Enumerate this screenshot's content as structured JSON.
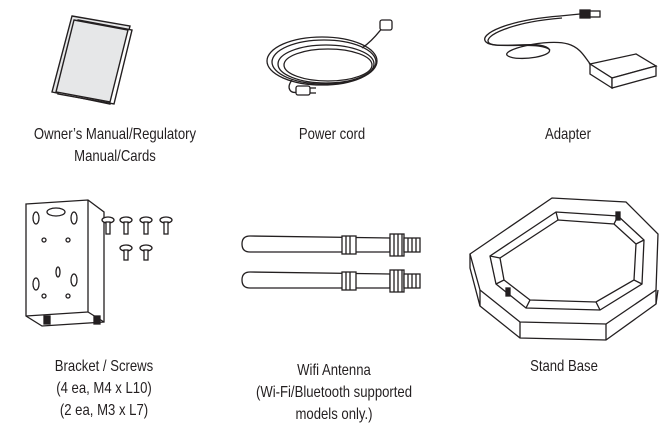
{
  "items": [
    {
      "id": "manual",
      "lines": [
        "Owner’s Manual/Regulatory",
        "Manual/Cards"
      ],
      "icon": "manual-cards-icon"
    },
    {
      "id": "power-cord",
      "lines": [
        "Power cord"
      ],
      "icon": "power-cord-icon"
    },
    {
      "id": "adapter",
      "lines": [
        "Adapter"
      ],
      "icon": "adapter-icon"
    },
    {
      "id": "bracket",
      "lines": [
        "Bracket / Screws",
        "(4 ea, M4 x L10)",
        "(2 ea, M3 x L7)"
      ],
      "icon": "bracket-screws-icon"
    },
    {
      "id": "antenna",
      "lines": [
        "Wifi Antenna",
        "(Wi-Fi/Bluetooth supported",
        "models only.)"
      ],
      "icon": "wifi-antenna-icon"
    },
    {
      "id": "stand",
      "lines": [
        "Stand Base"
      ],
      "icon": "stand-base-icon"
    }
  ]
}
